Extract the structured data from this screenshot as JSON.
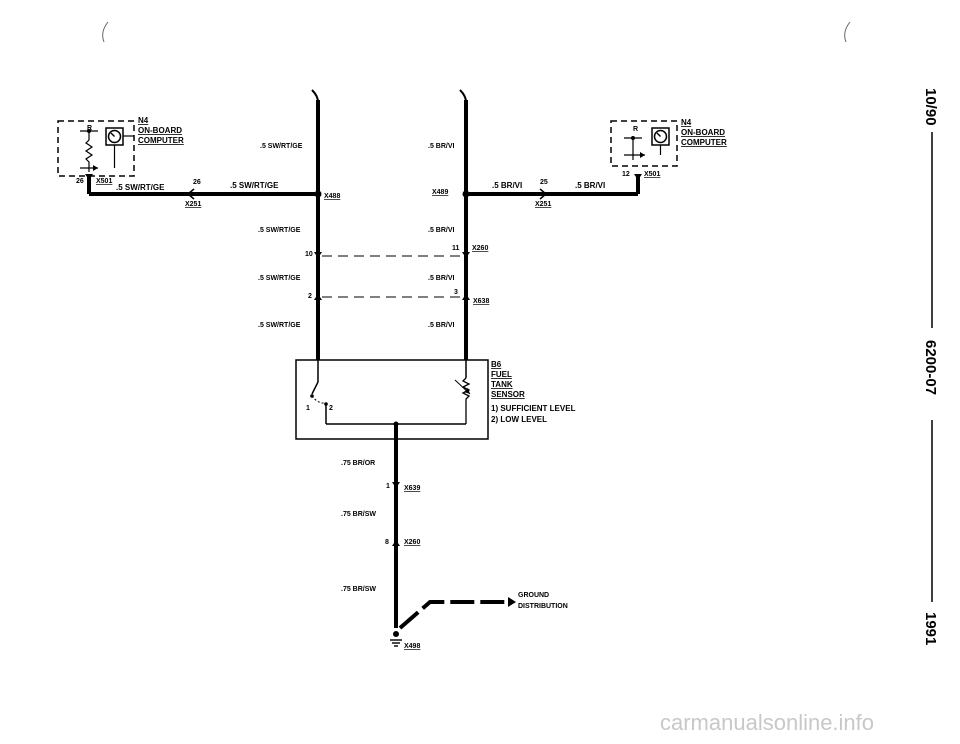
{
  "left_module": {
    "title": "N4",
    "line1": "ON-BOARD",
    "line2": "COMPUTER",
    "pin_label": "R"
  },
  "right_module": {
    "title": "N4",
    "line1": "ON-BOARD",
    "line2": "COMPUTER",
    "pin_label": "R"
  },
  "left_wiring": {
    "pin_a": "26",
    "conn_a": "X501",
    "wire_a": ".5 SW/RT/GE",
    "pin_b": "26",
    "wire_b": ".5 SW/RT/GE",
    "conn_b": "X251",
    "splice": "X488"
  },
  "right_wiring": {
    "splice": "X489",
    "wire_a": ".5 BR/VI",
    "pin_a": "25",
    "wire_b": ".5 BR/VI",
    "conn_a": "X251",
    "pin_b": "12",
    "conn_b": "X501"
  },
  "left_column_wires": [
    ".5 SW/RT/GE",
    ".5 SW/RT/GE",
    ".5 SW/RT/GE",
    ".5 SW/RT/GE"
  ],
  "right_column_wires": [
    ".5 BR/VI",
    ".5 BR/VI",
    ".5 BR/VI",
    ".5 BR/VI"
  ],
  "connector_x260_top": {
    "left_pin": "10",
    "right_pin": "11",
    "name": "X260"
  },
  "connector_x638": {
    "left_pin": "2",
    "right_pin": "3",
    "name": "X638"
  },
  "sensor": {
    "id": "B6",
    "line1": "FUEL",
    "line2": "TANK",
    "line3": "SENSOR",
    "note1": "1) SUFFICIENT LEVEL",
    "note2": "2) LOW LEVEL",
    "switch_pos1": "1",
    "switch_pos2": "2"
  },
  "ground_path": {
    "wire1": ".75 BR/OR",
    "pin1": "1",
    "conn1": "X639",
    "wire2": ".75 BR/SW",
    "pin2": "8",
    "conn2": "X260",
    "wire3": ".75 BR/SW",
    "ground": "X498",
    "dist_line1": "GROUND",
    "dist_line2": "DISTRIBUTION"
  },
  "side_text": {
    "date": "10/90",
    "code": "6200-07",
    "year": "1991"
  },
  "watermark": "carmanualsonline.info"
}
